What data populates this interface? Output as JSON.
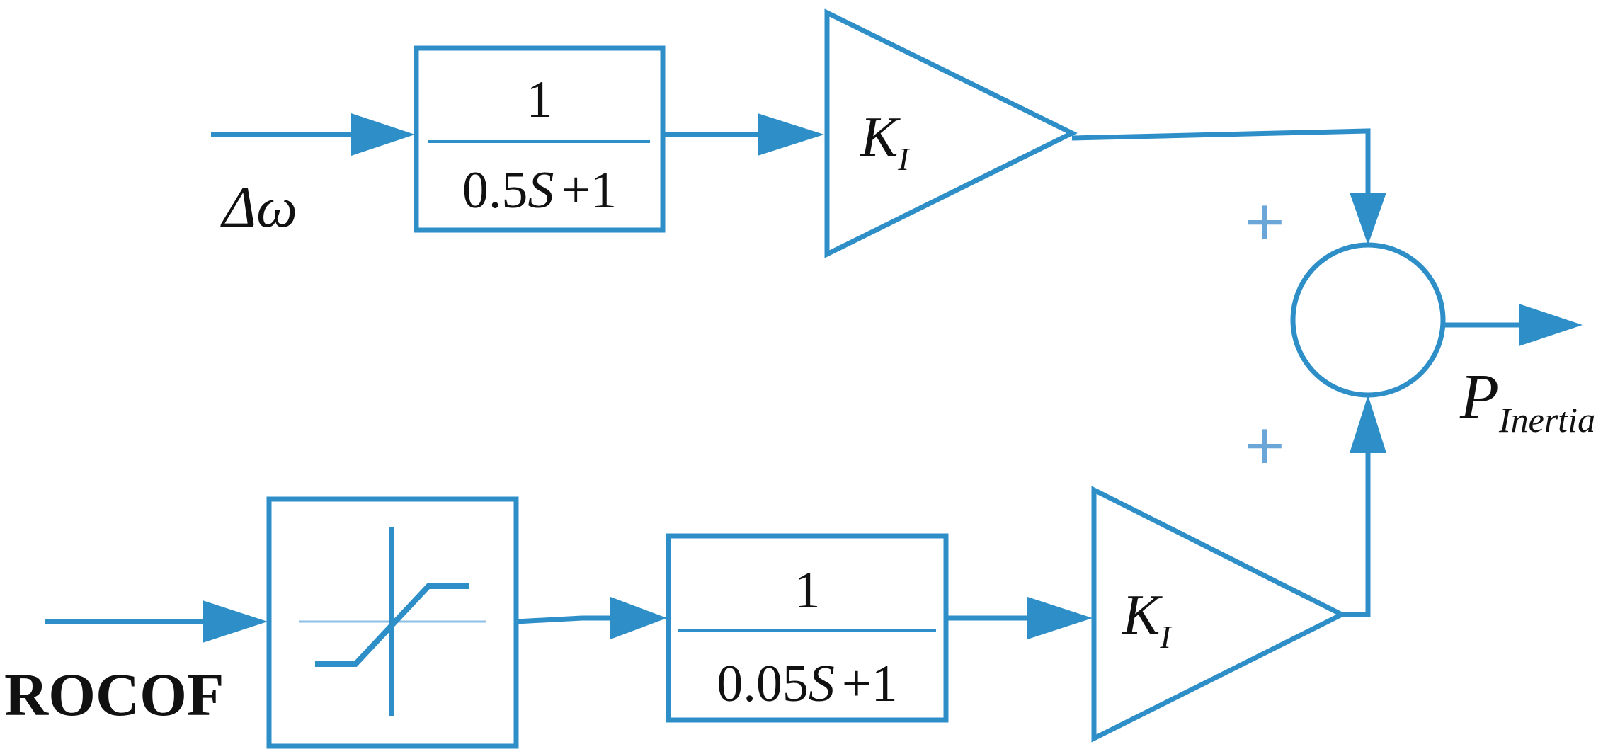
{
  "inputs": {
    "top_symbol": "Δω",
    "bottom_label": "ROCOF"
  },
  "top_filter": {
    "numerator": "1",
    "den_coef": "0.5",
    "den_var": "S",
    "den_tail": "+1"
  },
  "bottom_filter": {
    "numerator": "1",
    "den_coef": "0.05",
    "den_var": "S",
    "den_tail": "+1"
  },
  "gain_top": {
    "base": "K",
    "sub": "I"
  },
  "gain_bottom": {
    "base": "K",
    "sub": "I"
  },
  "summer": {
    "top_sign": "+",
    "bottom_sign": "+"
  },
  "output": {
    "base": "P",
    "sub": "Inertia"
  },
  "colors": {
    "line": "#2e8fc8",
    "sign": "#6aa6d8",
    "text": "#111111"
  }
}
